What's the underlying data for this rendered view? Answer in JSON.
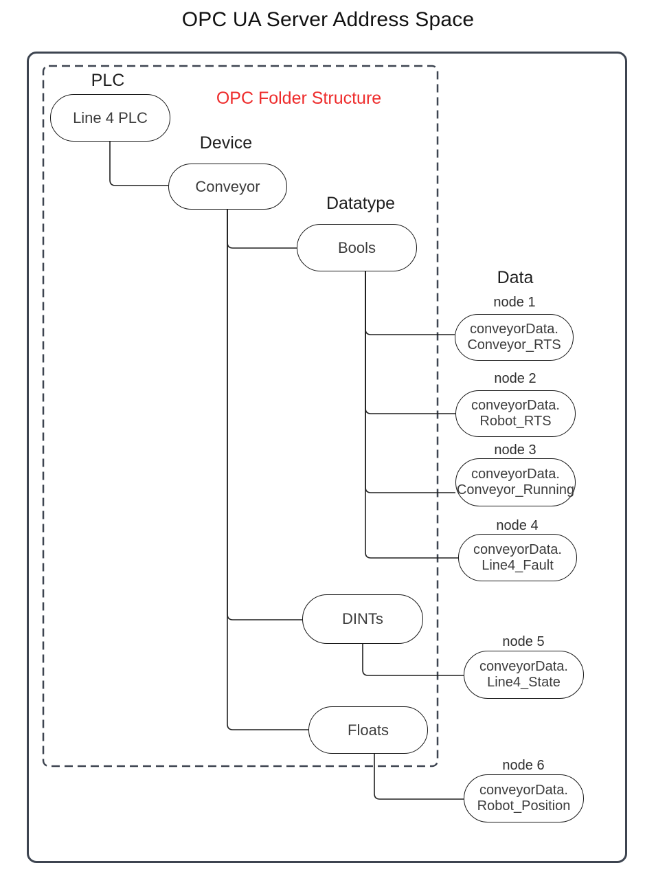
{
  "title": "OPC UA Server Address Space",
  "annotation": "OPC Folder Structure",
  "colors": {
    "annotation_red": "#ee2c2c",
    "frame_slate": "#3d4450",
    "node_border": "#161616",
    "node_text": "#3c3c3c"
  },
  "headers": {
    "plc": "PLC",
    "device": "Device",
    "datatype": "Datatype",
    "data": "Data"
  },
  "folders": {
    "plc": "Line 4 PLC",
    "device": "Conveyor",
    "bools": "Bools",
    "dints": "DINTs",
    "floats": "Floats"
  },
  "nodes": [
    {
      "caption": "node 1",
      "line1": "conveyorData.",
      "line2": "Conveyor_RTS"
    },
    {
      "caption": "node 2",
      "line1": "conveyorData.",
      "line2": "Robot_RTS"
    },
    {
      "caption": "node 3",
      "line1": "conveyorData.",
      "line2": "Conveyor_Running"
    },
    {
      "caption": "node 4",
      "line1": "conveyorData.",
      "line2": "Line4_Fault"
    },
    {
      "caption": "node 5",
      "line1": "conveyorData.",
      "line2": "Line4_State"
    },
    {
      "caption": "node 6",
      "line1": "conveyorData.",
      "line2": "Robot_Position"
    }
  ]
}
